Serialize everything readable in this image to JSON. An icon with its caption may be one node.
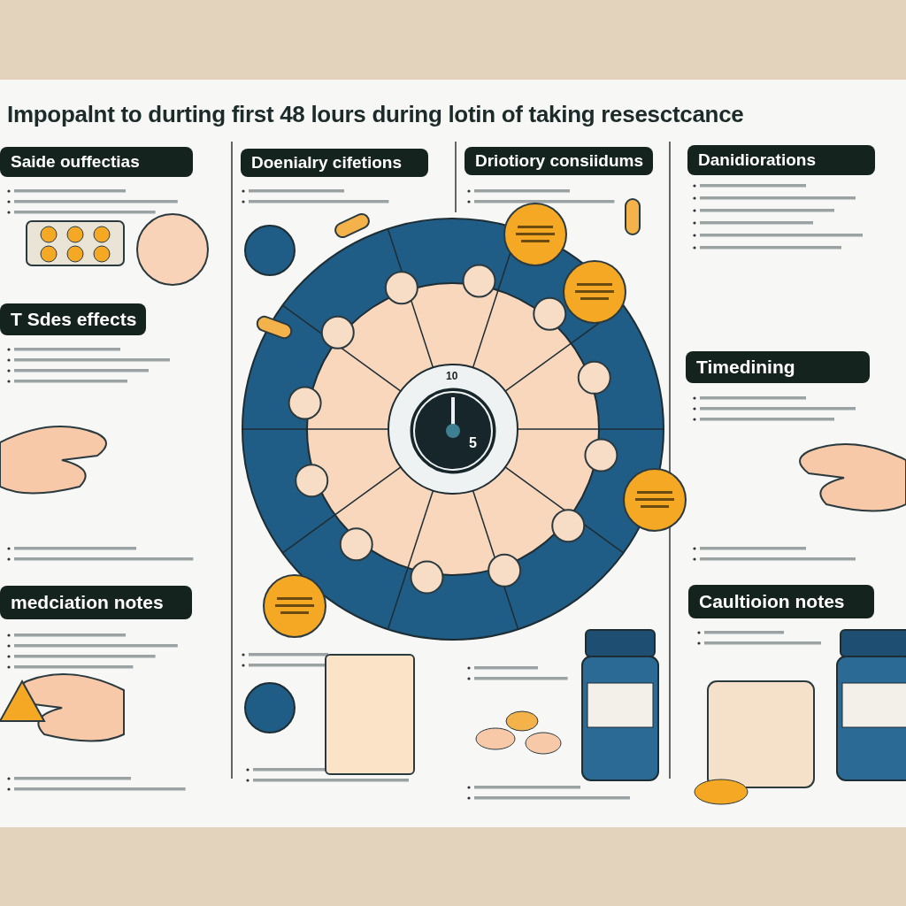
{
  "diagram": {
    "title": "Impopalnt to durting first 48 lours during lotin of taking resesctcance",
    "nodes": [
      {
        "text": [
          "Saide ouffectias"
        ]
      },
      {
        "text": [
          "Doenialry cifetions"
        ]
      },
      {
        "text": [
          "Driotiory consiidums"
        ]
      },
      {
        "text": [
          "Danidiorations"
        ]
      },
      {
        "text": [
          "T Sdes effects"
        ]
      },
      {
        "text": [
          "medciation notes"
        ]
      },
      {
        "text": [
          "Timedining"
        ]
      },
      {
        "text": [
          "Caultioion notes"
        ]
      }
    ],
    "labels": [
      "10",
      "5"
    ]
  }
}
